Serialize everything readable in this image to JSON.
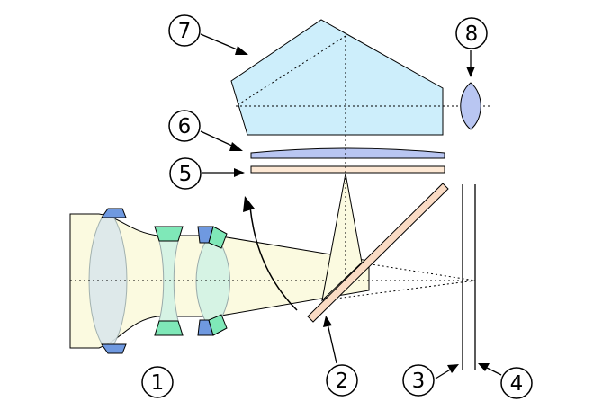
{
  "diagram": {
    "callouts": [
      {
        "id": "1",
        "label": "1"
      },
      {
        "id": "2",
        "label": "2"
      },
      {
        "id": "3",
        "label": "3"
      },
      {
        "id": "4",
        "label": "4"
      },
      {
        "id": "5",
        "label": "5"
      },
      {
        "id": "6",
        "label": "6"
      },
      {
        "id": "7",
        "label": "7"
      },
      {
        "id": "8",
        "label": "8"
      }
    ]
  },
  "colors": {
    "light_path": "#fbfae0",
    "lens_glass": "#dbe8ec",
    "blue_element": "#6f99e0",
    "green_element": "#7fe8b8",
    "prism": "#cdeefb",
    "condenser": "#b9c6f2",
    "screen": "#fde8d4",
    "mirror": "#fadbc4",
    "stroke": "#000000"
  }
}
